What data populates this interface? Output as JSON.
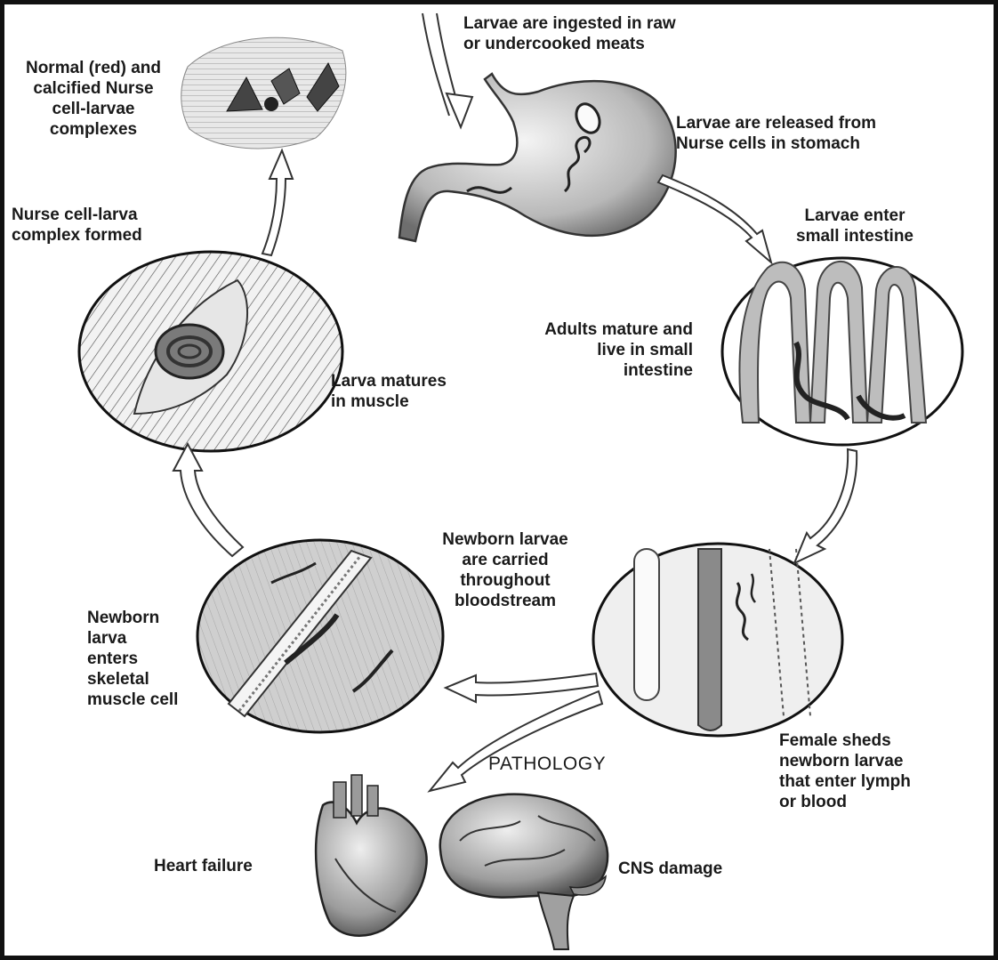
{
  "labels": {
    "ingested": "Larvae are ingested in raw\nor undercooked meats",
    "released": "Larvae are released from\nNurse cells in stomach",
    "enter_intestine": "Larvae enter\nsmall intestine",
    "adults_mature": "Adults mature and\nlive in small\nintestine",
    "female_sheds": "Female sheds\nnewborn larvae\nthat enter lymph\nor blood",
    "bloodstream": "Newborn larvae\nare carried\nthroughout\nbloodstream",
    "newborn_enters": "Newborn\nlarva\nenters\nskeletal\nmuscle cell",
    "larva_matures": "Larva matures\nin muscle",
    "complex_formed": "Nurse cell-larva\ncomplex formed",
    "calcified": "Normal (red) and\ncalcified Nurse\ncell-larvae\ncomplexes",
    "pathology": "PATHOLOGY",
    "heart_failure": "Heart failure",
    "cns_damage": "CNS damage"
  }
}
